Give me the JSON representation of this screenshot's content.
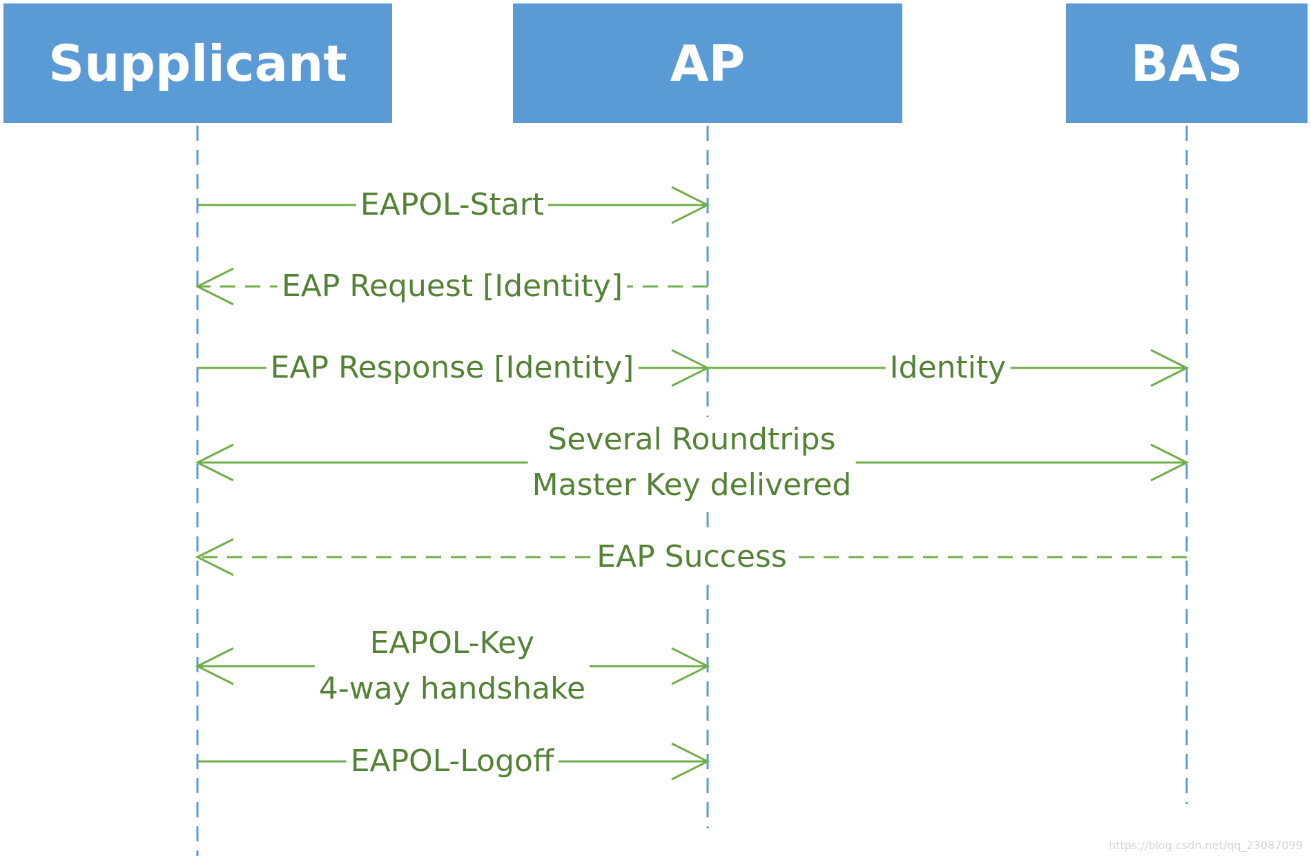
{
  "colors": {
    "actor_fill": "#5B9BD5",
    "lifeline": "#5B9BD5",
    "message": "#70AD47",
    "message_text": "#548235"
  },
  "actors": [
    {
      "id": "supplicant",
      "label": "Supplicant"
    },
    {
      "id": "ap",
      "label": "AP"
    },
    {
      "id": "bas",
      "label": "BAS"
    }
  ],
  "messages": [
    {
      "id": "eapol-start",
      "from": "supplicant",
      "to": "ap",
      "style": "solid",
      "heads": "end",
      "lines": [
        "EAPOL-Start"
      ]
    },
    {
      "id": "eap-request-identity",
      "from": "ap",
      "to": "supplicant",
      "style": "dashed",
      "heads": "end",
      "lines": [
        "EAP Request [Identity]"
      ]
    },
    {
      "id": "eap-response-identity",
      "from": "supplicant",
      "to": "ap",
      "style": "solid",
      "heads": "end",
      "lines": [
        "EAP Response [Identity]"
      ]
    },
    {
      "id": "identity",
      "from": "ap",
      "to": "bas",
      "style": "solid",
      "heads": "end",
      "lines": [
        "Identity"
      ]
    },
    {
      "id": "several-roundtrips",
      "from": "supplicant",
      "to": "bas",
      "style": "solid",
      "heads": "both",
      "lines": [
        "Several Roundtrips",
        "Master Key delivered"
      ]
    },
    {
      "id": "eap-success",
      "from": "bas",
      "to": "supplicant",
      "style": "dashed",
      "heads": "end",
      "lines": [
        "EAP Success"
      ]
    },
    {
      "id": "eapol-key",
      "from": "supplicant",
      "to": "ap",
      "style": "solid",
      "heads": "both",
      "lines": [
        "EAPOL-Key",
        "4-way handshake"
      ]
    },
    {
      "id": "eapol-logoff",
      "from": "supplicant",
      "to": "ap",
      "style": "solid",
      "heads": "end",
      "lines": [
        "EAPOL-Logoff"
      ]
    }
  ],
  "watermark": "https://blog.csdn.net/qq_23087099"
}
